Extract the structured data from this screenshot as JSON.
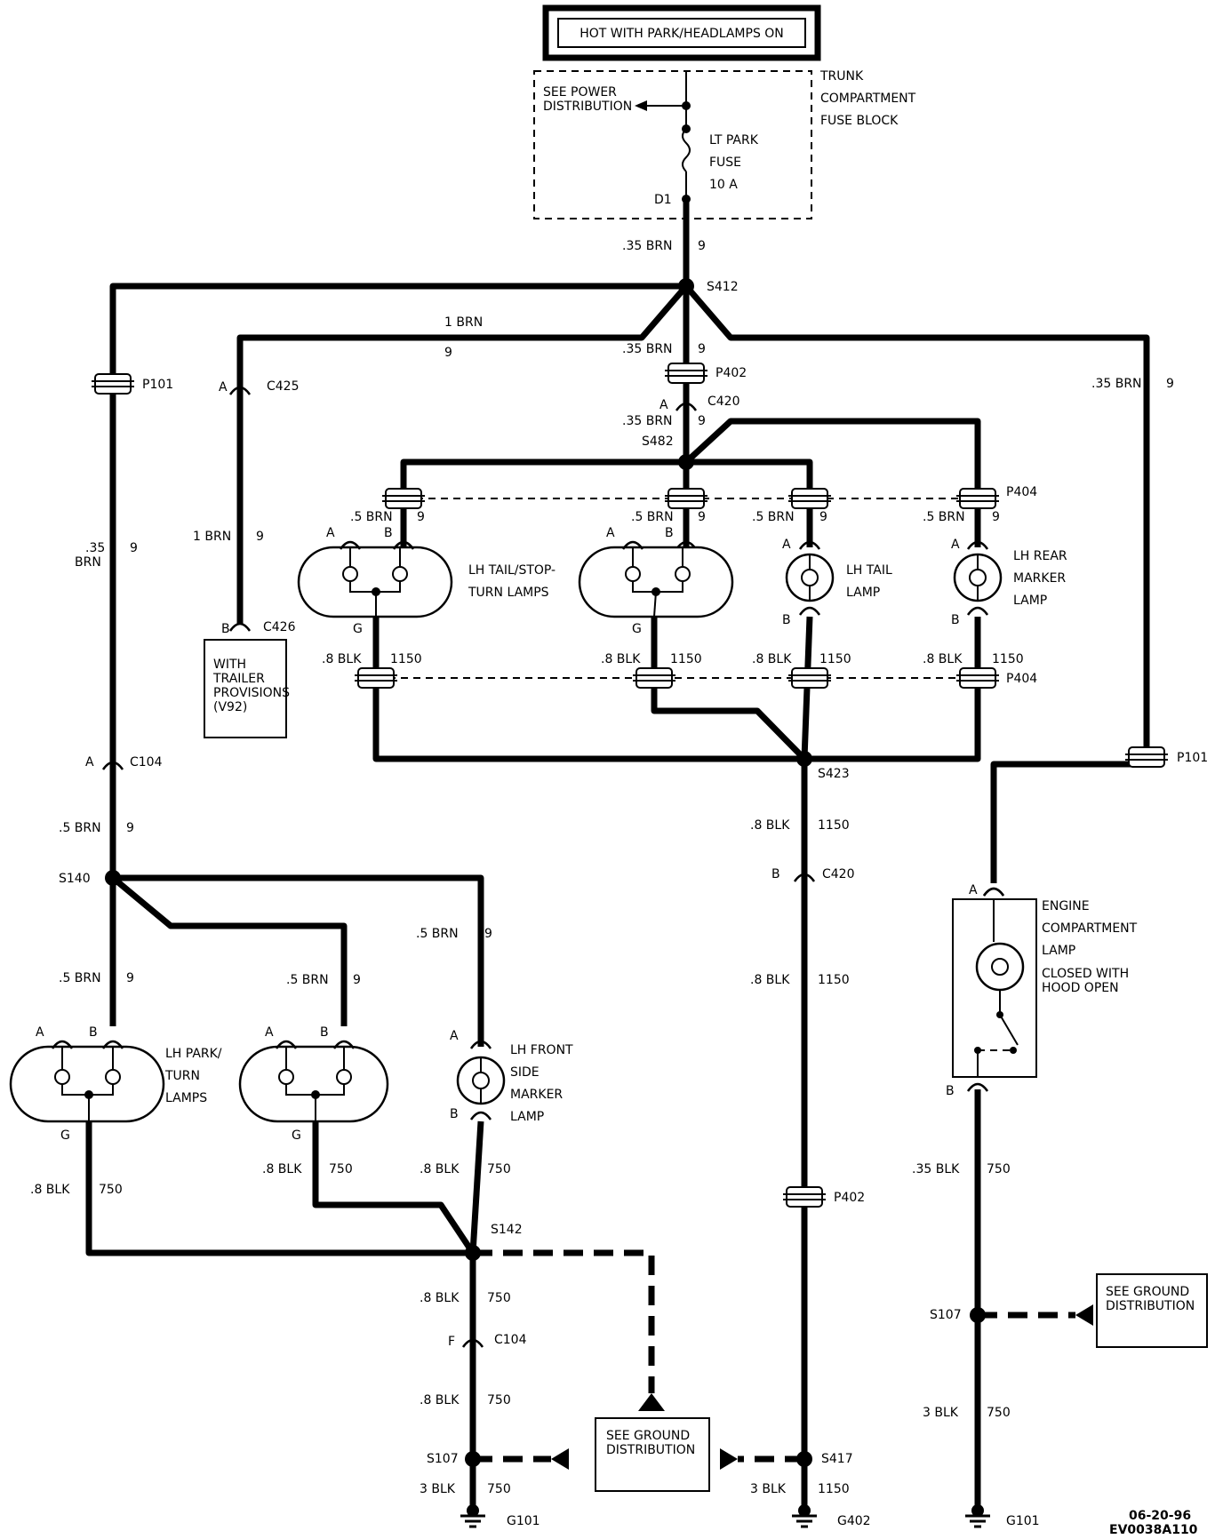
{
  "header": {
    "source_label": "HOT WITH PARK/HEADLAMPS ON"
  },
  "fuse_block": {
    "name_lines": [
      "TRUNK",
      "COMPARTMENT",
      "FUSE BLOCK"
    ],
    "power_ref_lines": [
      "SEE POWER",
      "DISTRIBUTION"
    ],
    "fuse_lines": [
      "LT PARK",
      "FUSE",
      "10 A"
    ],
    "terminal": "D1"
  },
  "wires": {
    "w1": ".35 BRN",
    "c1": "9",
    "w2": "1 BRN",
    "c2": "9",
    "w3": ".35 BRN",
    "c3": "9",
    "w4": ".35 BRN",
    "c4": "9",
    "w5": ".35 BRN",
    "c5": "9",
    "w6_lines": [
      ".35",
      "BRN"
    ],
    "c6": "9",
    "w7": "1 BRN",
    "c7": "9",
    "w8": ".5 BRN",
    "c8": "9",
    "w9": ".5 BRN",
    "c9": "9",
    "w10": ".5 BRN",
    "c10": "9",
    "w11": ".5 BRN",
    "c11": "9",
    "w12": ".8 BLK",
    "c12": "1150",
    "w13": ".8 BLK",
    "c13": "1150",
    "w14": ".8 BLK",
    "c14": "1150",
    "w15": ".8 BLK",
    "c15": "1150",
    "w16": ".8 BLK",
    "c16": "1150",
    "w17": ".8 BLK",
    "c17": "1150",
    "w18": ".5 BRN",
    "c18": "9",
    "w19": ".5 BRN",
    "c19": "9",
    "w20": ".5 BRN",
    "c20": "9",
    "w21": ".5 BRN",
    "c21": "9",
    "w22": ".8 BLK",
    "c22": "750",
    "w23": ".8 BLK",
    "c23": "750",
    "w24": ".8 BLK",
    "c24": "750",
    "w25": ".8 BLK",
    "c25": "750",
    "w26": ".8 BLK",
    "c26": "750",
    "w27": "3 BLK",
    "c27": "750",
    "w28": "3 BLK",
    "c28": "1150",
    "w29": ".35 BLK",
    "c29": "750",
    "w30": "3 BLK",
    "c30": "750"
  },
  "splices": {
    "s412": "S412",
    "s482": "S482",
    "s423": "S423",
    "s140": "S140",
    "s142": "S142",
    "s107a": "S107",
    "s417": "S417",
    "s107b": "S107"
  },
  "connectors": {
    "p101a": "P101",
    "p101b": "P101",
    "c425": "C425",
    "c426": "C426",
    "p402a": "P402",
    "p402b": "P402",
    "c420a": "C420",
    "c420b": "C420",
    "p404a": "P404",
    "p404b": "P404",
    "c104a": "C104",
    "c104b": "C104"
  },
  "pins": {
    "a": "A",
    "b": "B",
    "g": "G",
    "f": "F"
  },
  "components": {
    "tail_stop_lines": [
      "LH TAIL/STOP-",
      "TURN LAMPS"
    ],
    "tail_lines": [
      "LH TAIL",
      "LAMP"
    ],
    "rear_marker_lines": [
      "LH REAR",
      "MARKER",
      "LAMP"
    ],
    "trailer_lines": [
      "WITH",
      "TRAILER",
      "PROVISIONS",
      "(V92)"
    ],
    "park_turn_lines": [
      "LH PARK/",
      "TURN",
      "LAMPS"
    ],
    "front_marker_lines": [
      "LH FRONT",
      "SIDE",
      "MARKER",
      "LAMP"
    ],
    "engine_lamp_lines": [
      "ENGINE",
      "COMPARTMENT",
      "LAMP"
    ],
    "switch_lines": [
      "CLOSED WITH",
      "HOOD OPEN"
    ],
    "ground_ref_lines": [
      "SEE GROUND",
      "DISTRIBUTION"
    ]
  },
  "grounds": {
    "g101a": "G101",
    "g402": "G402",
    "g101b": "G101"
  },
  "footer": {
    "date": "06-20-96",
    "code": "EV0038A110"
  }
}
